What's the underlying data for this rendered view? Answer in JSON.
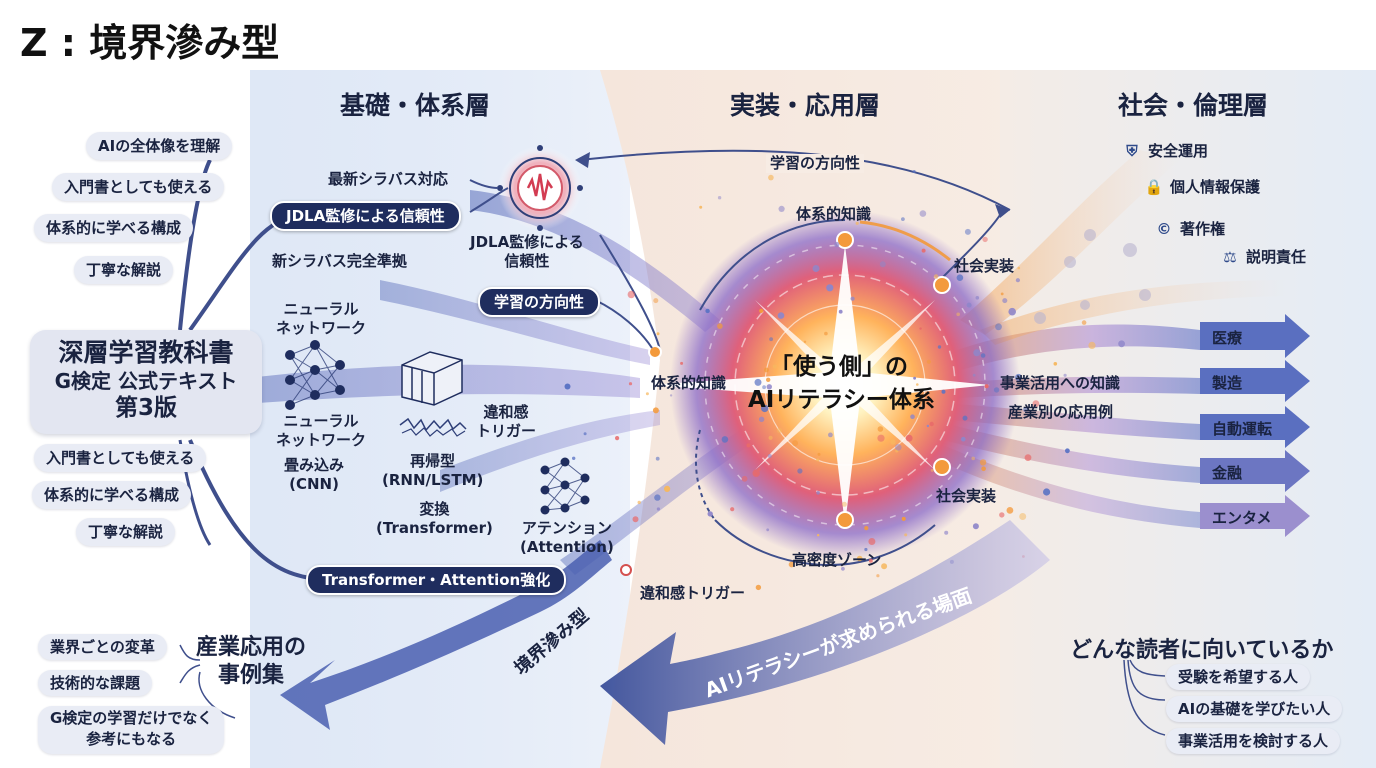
{
  "title": "Z : 境界滲み型",
  "columns": {
    "left": "基礎・体系層",
    "middle": "実装・応用層",
    "right": "社会・倫理層"
  },
  "book": {
    "line1": "深層学習教科書",
    "line2": "G検定 公式テキスト",
    "line3": "第3版"
  },
  "top_features": [
    "AIの全体像を理解",
    "入門書としても使える",
    "体系的に学べる構成",
    "丁寧な解説"
  ],
  "bottom_features": [
    "入門書としても使える",
    "体系的に学べる構成",
    "丁寧な解説"
  ],
  "labels": {
    "syllabus_latest": "最新シラバス対応",
    "jdla_pill": "JDLA監修による信頼性",
    "jdla_node": "JDLA監修による\n信頼性",
    "new_syllabus": "新シラバス完全準拠",
    "direction_pill": "学習の方向性",
    "direction_top": "学習の方向性",
    "nn_top": "ニューラル\nネットワーク",
    "nn_mid": "ニューラル\nネットワーク",
    "cnn": "畳み込み\n(CNN)",
    "rnn": "再帰型\n(RNN/LSTM)",
    "transformer": "変換\n(Transformer)",
    "attention": "アテンション\n(Attention)",
    "trigger_mid": "違和感\nトリガー",
    "transformer_pill": "Transformer・Attention強化",
    "trigger_bottom": "違和感トリガー",
    "knowledge_left": "体系的知識",
    "knowledge_top": "体系的知識",
    "social_top": "社会実装",
    "social_bottom": "社会実装",
    "density_zone": "高密度ゾーン",
    "center_line1": "「使う側」の",
    "center_line2": "AIリテラシー体系",
    "business_knowledge": "事業活用への知識",
    "industry_examples": "産業別の応用例",
    "boundary_arrow": "境界滲み型",
    "literacy_arrow": "AIリテラシーが求められる場面"
  },
  "sectors": [
    "医療",
    "製造",
    "自動運転",
    "金融",
    "エンタメ"
  ],
  "ethics": [
    {
      "icon": "shield-icon",
      "glyph": "⛨",
      "label": "安全運用"
    },
    {
      "icon": "lock-icon",
      "glyph": "🔒",
      "label": "個人情報保護"
    },
    {
      "icon": "copyright-icon",
      "glyph": "©",
      "label": "著作権"
    },
    {
      "icon": "scale-icon",
      "glyph": "⚖",
      "label": "説明責任"
    }
  ],
  "case_study": {
    "title": "産業応用の\n事例集",
    "items": [
      "業界ごとの変革",
      "技術的な課題",
      "G検定の学習だけでなく\n参考にもなる"
    ]
  },
  "readers": {
    "title": "どんな読者に向いているか",
    "items": [
      "受験を希望する人",
      "AIの基礎を学びたい人",
      "事業活用を検討する人"
    ]
  },
  "colors": {
    "navy": "#1f2d5e",
    "orange": "#f39a3c",
    "blue_flow": "#5b73c4",
    "purple_flow": "#8f86c9"
  }
}
